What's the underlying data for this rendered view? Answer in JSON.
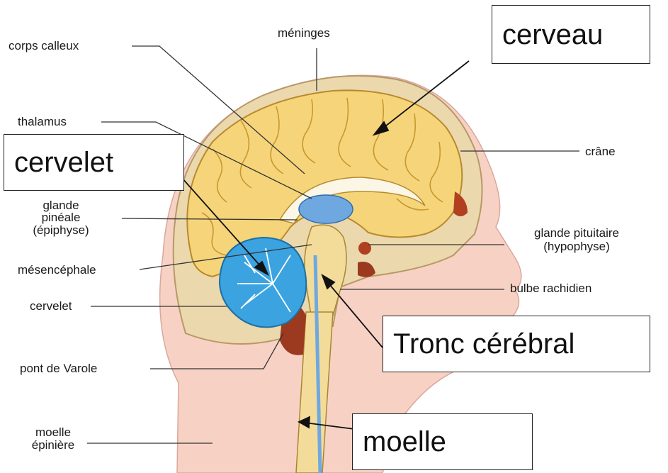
{
  "labels": {
    "corps_calleux": "corps calleux",
    "meninges": "méninges",
    "thalamus": "thalamus",
    "glande_pineale_1": "glande",
    "glande_pineale_2": "pinéale",
    "glande_pineale_3": "(épiphyse)",
    "mesencephale": "mésencéphale",
    "cervelet": "cervelet",
    "pont_de_varole": "pont de Varole",
    "moelle_epiniere_1": "moelle",
    "moelle_epiniere_2": "épinière",
    "crane": "crâne",
    "glande_pituitaire_1": "glande pituitaire",
    "glande_pituitaire_2": "(hypophyse)",
    "bulbe_rachidien": "bulbe rachidien"
  },
  "callouts": {
    "cerveau": "cerveau",
    "cervelet": "cervelet",
    "tronc_cerebral": "Tronc cérébral",
    "moelle": "moelle"
  },
  "colors": {
    "skin": "#f7d2c4",
    "skull": "#ecd8ad",
    "brain": "#f6d57a",
    "brain_outline": "#b88a2c",
    "ventricle": "#6fa8e0",
    "cerebellum": "#3aa3e0",
    "brainstem": "#f3dc9a",
    "pons": "#9b3a1f"
  }
}
